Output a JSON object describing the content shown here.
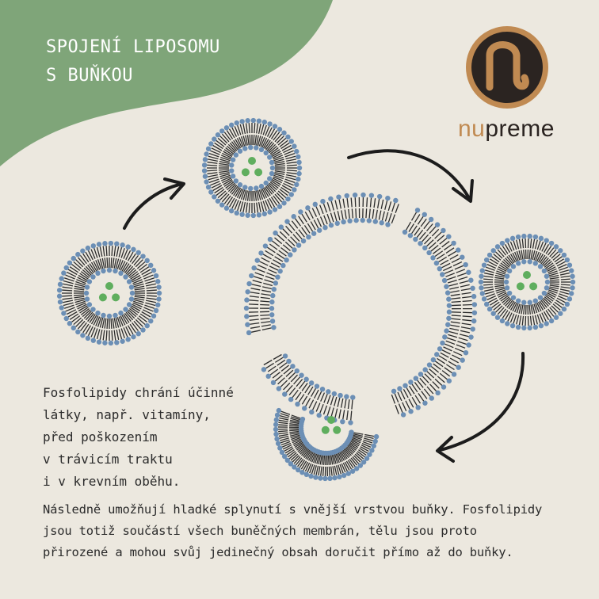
{
  "title": {
    "line1": "SPOJENÍ LIPOSOMU",
    "line2": "S BUŇKOU"
  },
  "brand": {
    "prefix": "nu",
    "suffix": "preme"
  },
  "caption_protect": [
    "Fosfolipidy chrání účinné",
    "látky, např. vitamíny,",
    "před poškozením",
    "v trávicím traktu",
    "i v krevním oběhu."
  ],
  "caption_fusion": [
    "Následně umožňují hladké splynutí s vnější vrstvou buňky. Fosfolipidy",
    "jsou totiž součástí všech buněčných membrán, tělu jsou proto",
    "přirozené a mohou svůj jedinečný obsah doručit přímo až do buňky."
  ],
  "colors": {
    "background": "#ece8df",
    "banner": "#7fa579",
    "lipid_head": "#6c8fb5",
    "lipid_tail": "#2b2b2b",
    "cargo": "#5fae5e",
    "logo_gold": "#c08a52",
    "logo_dark": "#2b2421"
  }
}
